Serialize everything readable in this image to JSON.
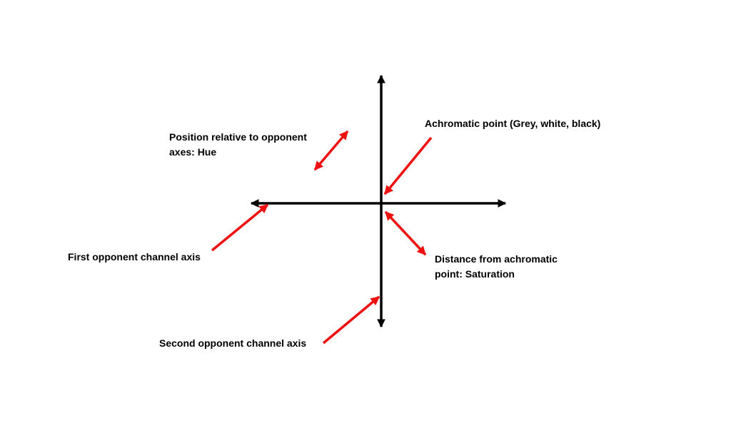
{
  "colors": {
    "background": "#ffffff",
    "axis": "#000000",
    "pointer": "#ee1111",
    "text": "#000000"
  },
  "labels": {
    "hue_line1": "Position relative to opponent",
    "hue_line2": "axes: Hue",
    "achromatic": "Achromatic point (Grey, white, black)",
    "first_axis": "First opponent channel axis",
    "saturation_line1": "Distance from achromatic",
    "saturation_line2": "point: Saturation",
    "second_axis": "Second opponent channel axis"
  }
}
